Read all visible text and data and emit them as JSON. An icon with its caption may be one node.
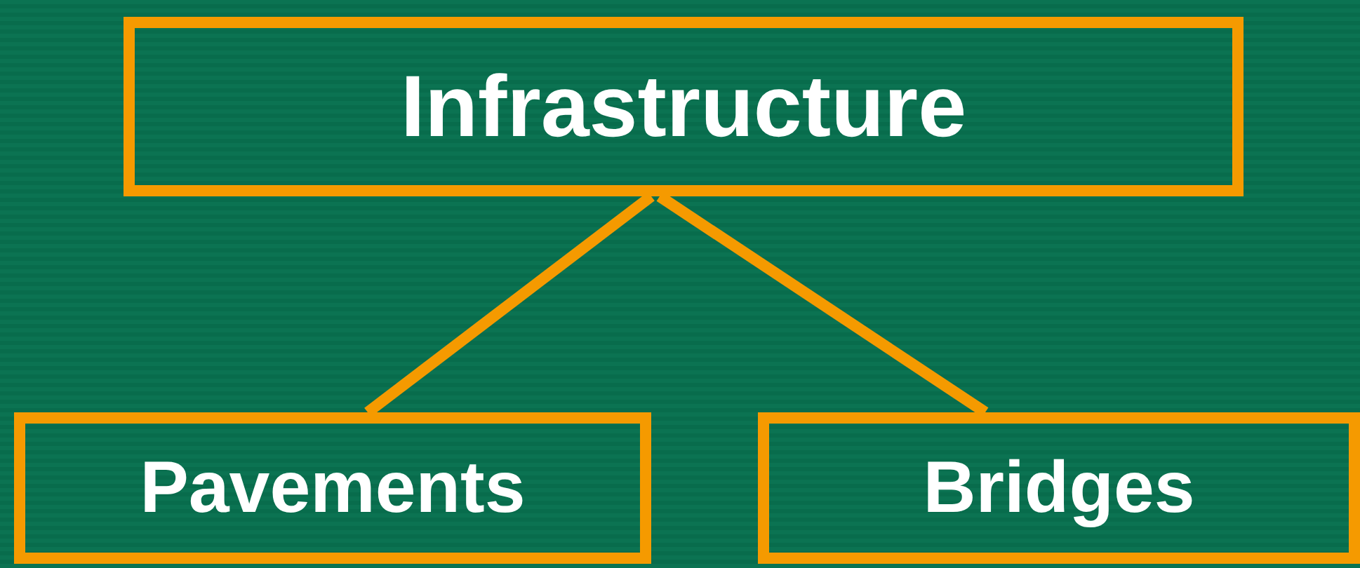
{
  "diagram": {
    "nodes": [
      {
        "text": [
          "Infrastructure"
        ]
      },
      {
        "text": [
          "Pavements"
        ]
      },
      {
        "text": [
          "Bridges"
        ]
      }
    ],
    "edges": [
      {
        "from": 0,
        "to": 1,
        "arrow": "none"
      },
      {
        "from": 0,
        "to": 2,
        "arrow": "none"
      }
    ]
  }
}
